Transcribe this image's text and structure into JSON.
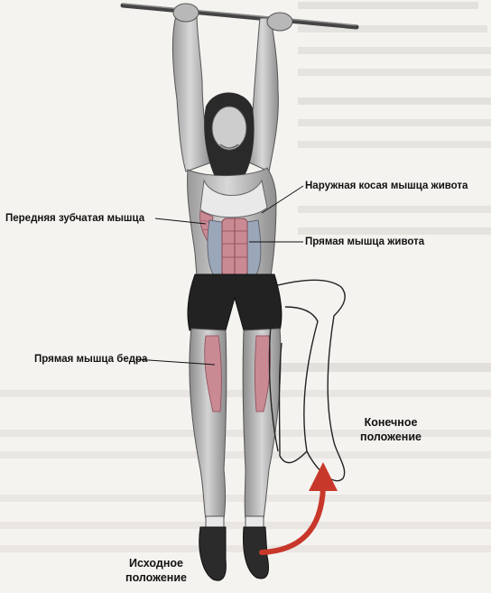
{
  "labels": {
    "obliques": "Наружная косая мышца живота",
    "serratus": "Передняя зубчатая мышца",
    "abs": "Прямая мышца живота",
    "rectus_femoris": "Прямая мышца бедра"
  },
  "positions": {
    "end_line1": "Конечное",
    "end_line2": "положение",
    "start_line1": "Исходное",
    "start_line2": "положение"
  },
  "colors": {
    "muscle": "#c98a94",
    "muscle_dark": "#a85a68",
    "arrow": "#c8382a",
    "skin": "#cfcfcf",
    "shorts": "#222222"
  }
}
